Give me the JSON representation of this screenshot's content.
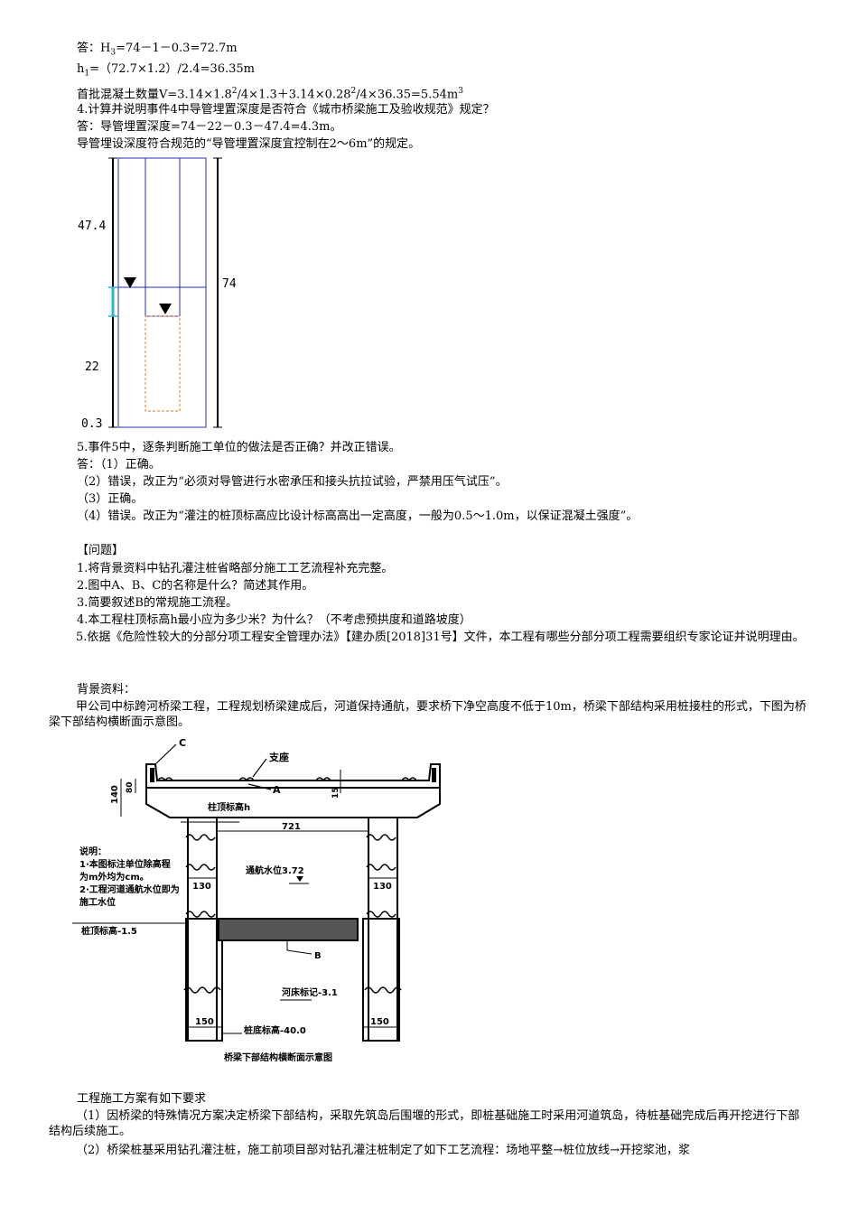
{
  "answer3": {
    "h3_prefix": "答：H",
    "h3_sub": "3",
    "h3_rest": "=74－1－0.3=72.7m",
    "h1_prefix": "h",
    "h1_sub": "1",
    "h1_rest": "=（72.7×1.2）/2.4=36.35m",
    "vol_a": "首批混凝土数量V=3.14×1.8",
    "vol_sup1": "2",
    "vol_b": "/4×1.3＋3.14×0.28",
    "vol_sup2": "2",
    "vol_c": "/4×36.35=5.54m",
    "vol_sup3": "3"
  },
  "q4": {
    "question": "4.计算并说明事件4中导管埋置深度是否符合《城市桥梁施工及验收规范》规定？",
    "answer": "答：导管埋置深度=74－22－0.3－47.4=4.3m。",
    "conclusion": "导管埋设深度符合规范的“导管埋置深度宜控制在2～6m”的规定。"
  },
  "fig1": {
    "label_474": "47.4",
    "label_74": "74",
    "label_22": "22",
    "label_03": "0.3"
  },
  "q5": {
    "question": "5.事件5中，逐条判断施工单位的做法是否正确？并改正错误。",
    "a1": "答：（1）正确。",
    "a2": "（2）错误，改正为“必须对导管进行水密承压和接头抗拉试验，严禁用压气试压”。",
    "a3": "（3）正确。",
    "a4": "（4）错误。改正为“灌注的桩顶标高应比设计标高高出一定高度，一般为0.5～1.0m，以保证混凝土强度”。"
  },
  "questions": {
    "header": "【问题】",
    "q1": "1.将背景资料中钻孔灌注桩省略部分施工工艺流程补充完整。",
    "q2": "2.图中A、B、C的名称是什么？简述其作用。",
    "q3": "3.简要叙述B的常规施工流程。",
    "q4": "4.本工程柱顶标高h最小应为多少米？为什么？（不考虑预拱度和道路坡度）",
    "q5": "5.依据《危险性较大的分部分项工程安全管理办法》【建办质[2018]31号】文件，本工程有哪些分部分项工程需要组织专家论证并说明理由。"
  },
  "background": {
    "header": "背景资料：",
    "text": "甲公司中标跨河桥梁工程，工程规划桥梁建成后，河道保持通航，要求桥下净空高度不低于10m，桥梁下部结构采用桩接柱的形式，下图为桥梁下部结构横断面示意图。"
  },
  "fig2": {
    "label_c": "C",
    "label_support": "支座",
    "label_a": "A",
    "dim_140": "140",
    "dim_80": "80",
    "dim_15": "15",
    "col_top": "柱顶标高h",
    "dim_721": "721",
    "note_title": "说明：",
    "note1": "1·本图标注单位除高程",
    "note1b": "为m外均为cm。",
    "note2": "2·工程河道通航水位即为",
    "note2b": "施工水位",
    "water": "通航水位3.72",
    "dim_130_left": "130",
    "dim_130_right": "130",
    "pile_top": "桩顶标高-1.5",
    "label_b": "B",
    "riverbed": "河床标记-3.1",
    "dim_150_left": "150",
    "dim_150_right": "150",
    "pile_bottom": "桩底标高-40.0",
    "caption": "桥梁下部结构横断面示意图"
  },
  "plan": {
    "header": "工程施工方案有如下要求",
    "p1": "（1）因桥梁的特殊情况方案决定桥梁下部结构，采取先筑岛后围堰的形式，即桩基础施工时采用河道筑岛，待桩基础完成后再开挖进行下部结构后续施工。",
    "p2": "（2）桥梁桩基采用钻孔灌注桩，施工前项目部对钻孔灌注桩制定了如下工艺流程：场地平整→桩位放线→开挖浆池，浆"
  }
}
